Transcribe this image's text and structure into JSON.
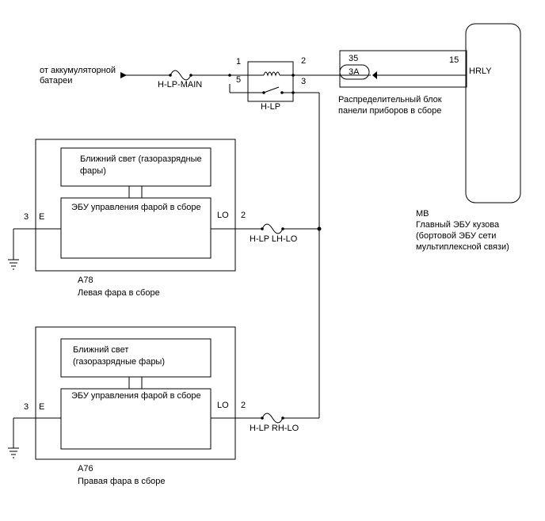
{
  "source": {
    "line1": "от аккумуляторной",
    "line2": "батареи"
  },
  "fuse_main": "H-LP-MAIN",
  "relay": {
    "name": "H-LP",
    "pin1": "1",
    "pin2": "2",
    "pin3": "3",
    "pin5": "5"
  },
  "junction_block": {
    "pin35": "35",
    "connector": "3A",
    "line1": "Распределительный блок",
    "line2": "панели приборов в сборе"
  },
  "body_ecu": {
    "pin": "15",
    "terminal": "HRLY",
    "code": "MB",
    "line1": "Главный ЭБУ кузова",
    "line2": "(бортовой ЭБУ сети",
    "line3": "мультиплексной связи)"
  },
  "left_headlamp": {
    "lamp_line1": "Ближний свет (газоразрядные",
    "lamp_line2": "фары)",
    "ecu_label": "ЭБУ управления фарой в сборе",
    "pin_e": "3",
    "term_e": "E",
    "term_lo": "LO",
    "pin_lo": "2",
    "fuse": "H-LP LH-LO",
    "code": "A78",
    "name": "Левая фара в сборе"
  },
  "right_headlamp": {
    "lamp_line1": "Ближний свет",
    "lamp_line2": "(газоразрядные фары)",
    "ecu_label": "ЭБУ управления фарой в сборе",
    "pin_e": "3",
    "term_e": "E",
    "term_lo": "LO",
    "pin_lo": "2",
    "fuse": "H-LP RH-LO",
    "code": "A76",
    "name": "Правая фара в сборе"
  }
}
